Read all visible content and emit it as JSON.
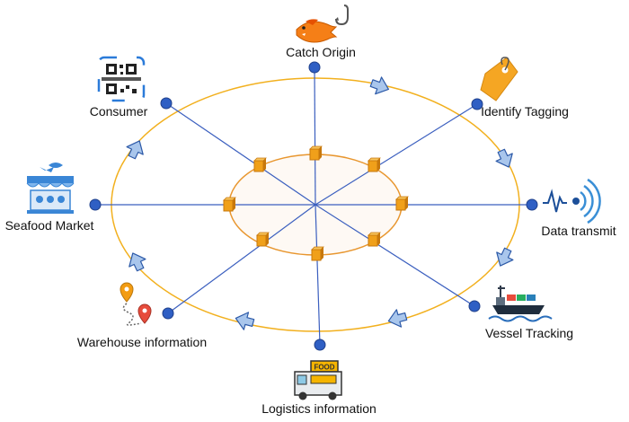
{
  "diagram": {
    "colors": {
      "outer_ring": "#f2b01e",
      "inner_ring": "#e8962e",
      "inner_fill": "#fdf5ec",
      "spoke": "#3b5fbf",
      "node": "#2f5fc4",
      "node_stroke": "#1f3f8a",
      "arrow_fill": "#a9c6ec",
      "arrow_stroke": "#2d5aa8",
      "block": "#f0a01a",
      "block_dark": "#c7780c"
    },
    "nodes": [
      {
        "id": "catch-origin",
        "label": "Catch Origin",
        "icon": "fish-hook-icon"
      },
      {
        "id": "identify-tagging",
        "label": "Identify Tagging",
        "icon": "tag-icon"
      },
      {
        "id": "data-transmit",
        "label": "Data transmit",
        "icon": "signal-icon"
      },
      {
        "id": "vessel-tracking",
        "label": "Vessel Tracking",
        "icon": "ship-icon"
      },
      {
        "id": "logistics-information",
        "label": "Logistics information",
        "icon": "food-truck-icon"
      },
      {
        "id": "warehouse-information",
        "label": "Warehouse information",
        "icon": "map-route-icon"
      },
      {
        "id": "seafood-market",
        "label": "Seafood Market",
        "icon": "market-stall-icon"
      },
      {
        "id": "consumer",
        "label": "Consumer",
        "icon": "qr-code-icon"
      }
    ],
    "truck_sign": "FOOD"
  }
}
